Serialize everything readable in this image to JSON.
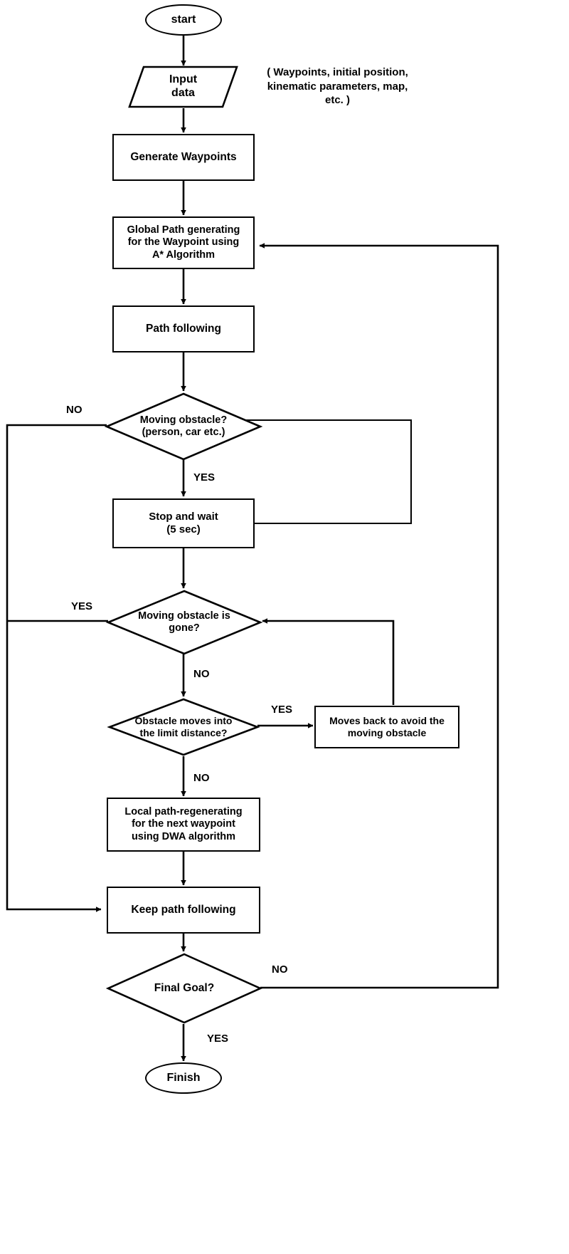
{
  "diagram": {
    "title": "Autonomous navigation flowchart",
    "type": "flowchart",
    "stroke_color": "#000000",
    "fill_color": "#ffffff"
  },
  "nodes": {
    "start": {
      "label": "start",
      "shape": "ellipse"
    },
    "input_data": {
      "label": "Input\ndata",
      "line1": "Input",
      "line2": "data",
      "shape": "parallelogram"
    },
    "generate_waypoints": {
      "label": "Generate Waypoints",
      "shape": "rectangle"
    },
    "global_path": {
      "line1": "Global Path generating",
      "line2": "for the Waypoint using",
      "line3": "A* Algorithm",
      "shape": "rectangle"
    },
    "path_following": {
      "label": "Path following",
      "shape": "rectangle"
    },
    "moving_obstacle": {
      "line1": "Moving obstacle?",
      "line2": "(person, car etc.)",
      "shape": "diamond"
    },
    "stop_and_wait": {
      "line1": "Stop and wait",
      "line2": "(5 sec)",
      "shape": "rectangle"
    },
    "obstacle_gone": {
      "line1": "Moving obstacle is",
      "line2": "gone?",
      "shape": "diamond"
    },
    "limit_distance": {
      "line1": "Obstacle moves into",
      "line2": "the limit distance?",
      "shape": "diamond"
    },
    "moves_back": {
      "line1": "Moves back to avoid the",
      "line2": "moving obstacle",
      "shape": "rectangle"
    },
    "local_path": {
      "line1": "Local path-regenerating",
      "line2": "for the next waypoint",
      "line3": "using DWA algorithm",
      "shape": "rectangle"
    },
    "keep_path_following": {
      "label": "Keep path following",
      "shape": "rectangle"
    },
    "final_goal": {
      "label": "Final Goal?",
      "shape": "diamond"
    },
    "finish": {
      "label": "Finish",
      "shape": "ellipse"
    }
  },
  "annotations": {
    "input_note_line1": "( Waypoints, initial position,",
    "input_note_line2": "kinematic parameters, map,",
    "input_note_line3": "etc. )"
  },
  "edge_labels": {
    "moving_obstacle_no": "NO",
    "moving_obstacle_yes": "YES",
    "obstacle_gone_yes": "YES",
    "obstacle_gone_no": "NO",
    "limit_distance_yes": "YES",
    "limit_distance_no": "NO",
    "final_goal_no": "NO",
    "final_goal_yes": "YES"
  }
}
